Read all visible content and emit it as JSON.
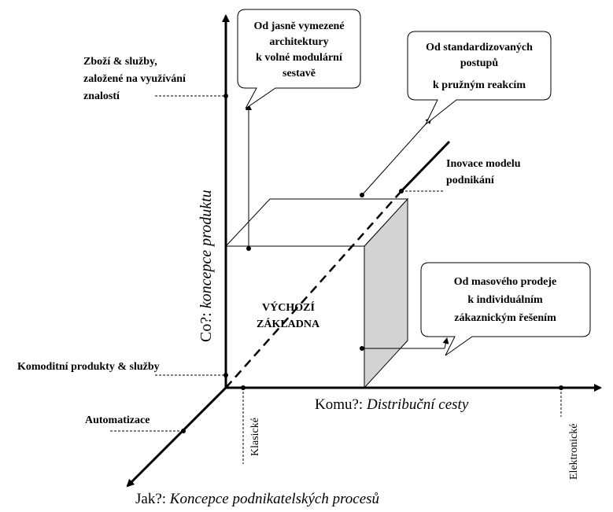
{
  "axes": {
    "y_prefix": "Co?: ",
    "y_italic": "koncepce produktu",
    "x_prefix": "Komu?: ",
    "x_italic": "Distribuční cesty",
    "z_prefix": "Jak?: ",
    "z_italic": "Koncepce podnikatelských procesů"
  },
  "y_labels": {
    "top": [
      "Zboží & služby,",
      "založené na využívání",
      "znalostí"
    ],
    "bottom": "Komoditní produkty & služby"
  },
  "z_labels": {
    "near": "Automatizace",
    "far": [
      "Inovace modelu",
      "podnikání"
    ]
  },
  "x_labels": {
    "near": "Klasické",
    "far": "Elektronické"
  },
  "box": {
    "label_line1": "VÝCHOZÍ",
    "label_line2": "ZÁKLADNA"
  },
  "callouts": [
    {
      "lines": [
        "Od jasně vymezené",
        "architektury",
        "k volné modulární",
        "sestavě"
      ]
    },
    {
      "lines": [
        "Od standardizovaných",
        "postupů",
        "k pružným reakcím"
      ]
    },
    {
      "lines": [
        "Od masového prodeje",
        "k individuálním",
        "zákaznickým řešením"
      ]
    }
  ],
  "colors": {
    "line": "#000000",
    "box_side": "#d3d3d3",
    "background": "#ffffff"
  }
}
